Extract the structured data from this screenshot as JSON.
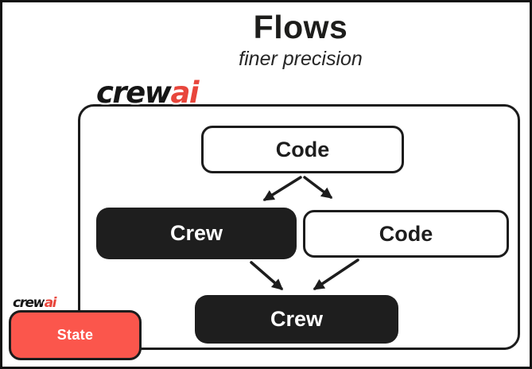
{
  "page": {
    "title": "Flows",
    "subtitle": "finer precision"
  },
  "logo": {
    "part1": "crew",
    "part2": "ai"
  },
  "diagram": {
    "nodes": [
      {
        "id": "code-top",
        "label": "Code",
        "style": "outline"
      },
      {
        "id": "crew-left",
        "label": "Crew",
        "style": "solid"
      },
      {
        "id": "code-right",
        "label": "Code",
        "style": "outline"
      },
      {
        "id": "crew-bottom",
        "label": "Crew",
        "style": "solid"
      }
    ],
    "edges": [
      {
        "from": "code-top",
        "to": "crew-left"
      },
      {
        "from": "code-top",
        "to": "code-right"
      },
      {
        "from": "crew-left",
        "to": "crew-bottom"
      },
      {
        "from": "code-right",
        "to": "crew-bottom"
      }
    ],
    "state_box": {
      "label": "State"
    }
  },
  "colors": {
    "accent_red": "#fb564c",
    "node_black": "#1e1e1e",
    "background": "#ffffff"
  }
}
